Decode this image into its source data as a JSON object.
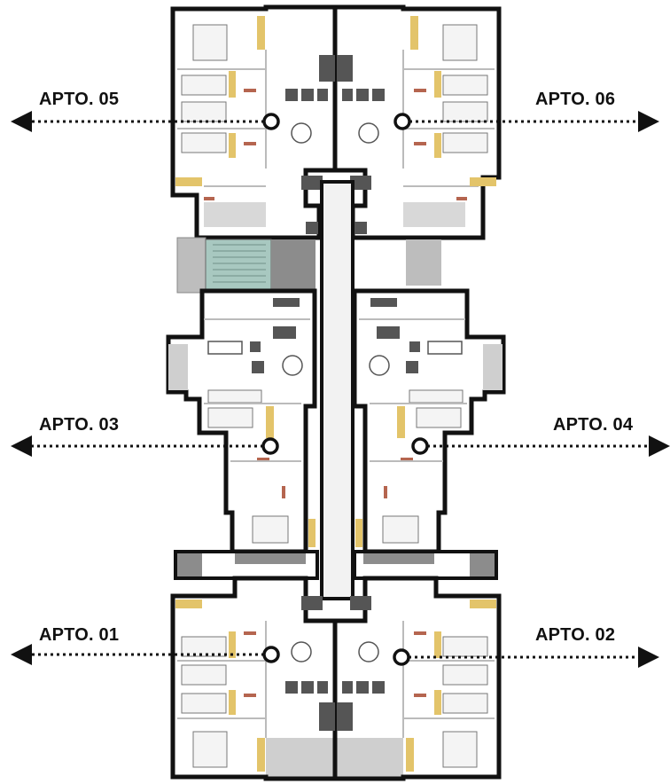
{
  "colors": {
    "wall": "#111111",
    "floor": "#ffffff",
    "grey_area": "#c8c8c8",
    "dark_grey": "#8c8c8c",
    "bed_wood": "#e3c46a",
    "door": "#b5654f",
    "furniture": "#555555",
    "stair_green": "#a8c8c0"
  },
  "apartments": [
    {
      "id": "apt-05",
      "label": "APTO. 05",
      "direction": "left"
    },
    {
      "id": "apt-06",
      "label": "APTO. 06",
      "direction": "right"
    },
    {
      "id": "apt-03",
      "label": "APTO. 03",
      "direction": "left"
    },
    {
      "id": "apt-04",
      "label": "APTO. 04",
      "direction": "right"
    },
    {
      "id": "apt-01",
      "label": "APTO. 01",
      "direction": "left"
    },
    {
      "id": "apt-02",
      "label": "APTO. 02",
      "direction": "right"
    }
  ]
}
